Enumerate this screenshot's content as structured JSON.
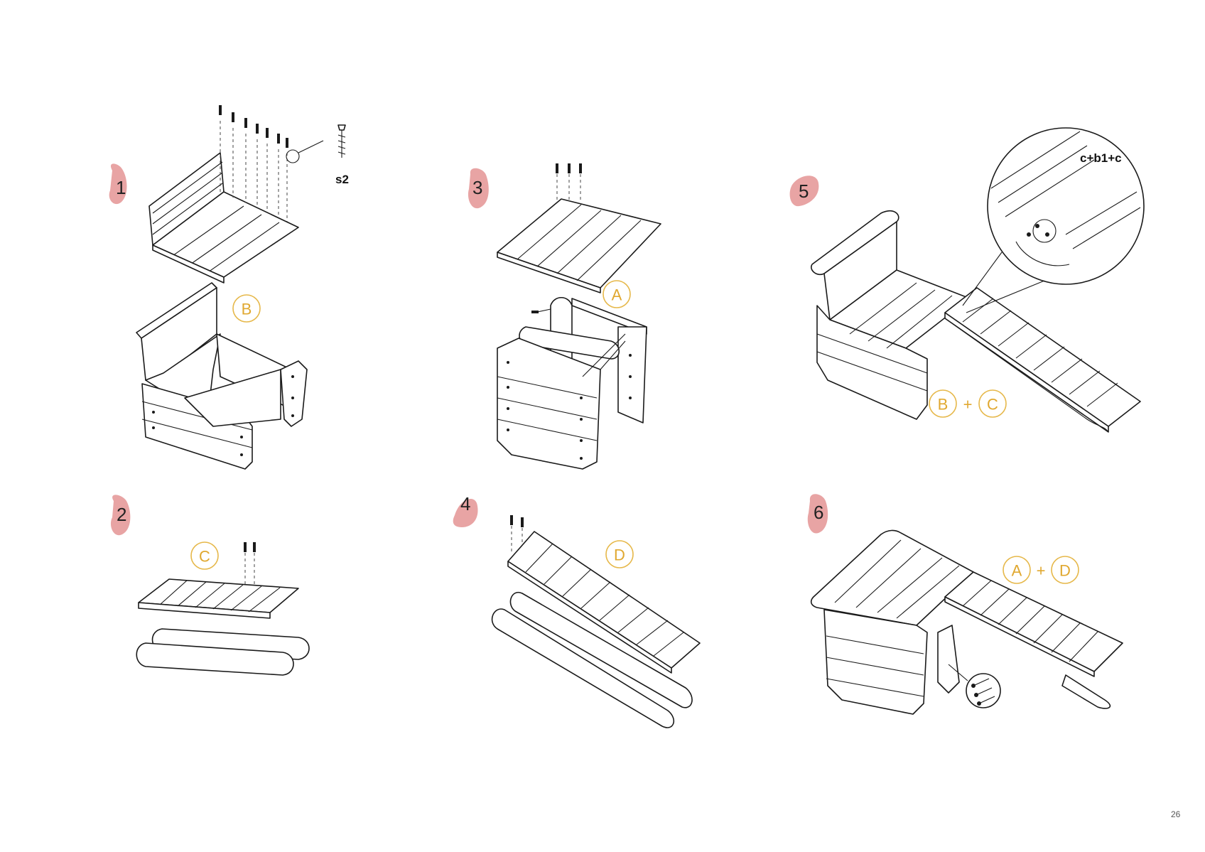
{
  "accent_color": "#e6b84a",
  "step_color": "#e8a4a4",
  "page_number": "26",
  "steps": [
    {
      "number": "1",
      "labels": [
        "B"
      ],
      "screw_code": "s2"
    },
    {
      "number": "2",
      "labels": [
        "C"
      ]
    },
    {
      "number": "3",
      "labels": [
        "A"
      ]
    },
    {
      "number": "4",
      "labels": [
        "D"
      ]
    },
    {
      "number": "5",
      "labels": [
        "B",
        "C"
      ],
      "plus": "+",
      "detail_code": "c+b1+c"
    },
    {
      "number": "6",
      "labels": [
        "A",
        "D"
      ],
      "plus": "+"
    }
  ]
}
